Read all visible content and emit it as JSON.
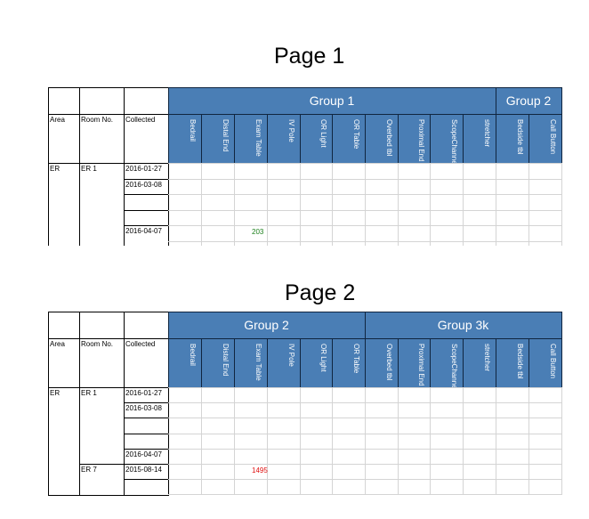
{
  "pages": [
    {
      "title": "Page 1",
      "groups": [
        "Group 1",
        "Group 2"
      ],
      "columns": [
        "Bedrail",
        "Distal End",
        "Exam Table",
        "IV Pole",
        "OR Light",
        "OR Table",
        "Overbed tbl",
        "Proximal End",
        "ScopeChannel",
        "stretcher",
        "Bedside tbl",
        "Call Button"
      ],
      "fixed_headers": [
        "Area",
        "Room No.",
        "Collected"
      ],
      "area": "ER",
      "rooms": [
        "ER 1"
      ],
      "dates": [
        "2016-01-27",
        "2016-03-08",
        "2016-04-07"
      ],
      "value": "203",
      "value_color": "#1a7f1a"
    },
    {
      "title": "Page 2",
      "groups": [
        "Group 2",
        "Group 3k"
      ],
      "columns": [
        "Bedrail",
        "Distal End",
        "Exam Table",
        "IV Pole",
        "OR Light",
        "OR Table",
        "Overbed tbl",
        "Proximal End",
        "ScopeChannel",
        "stretcher",
        "Bedside tbl",
        "Call Button"
      ],
      "fixed_headers": [
        "Area",
        "Room No.",
        "Collected"
      ],
      "area": "ER",
      "rooms": [
        "ER 1",
        "ER 7"
      ],
      "dates": [
        "2016-01-27",
        "2016-03-08",
        "2016-04-07",
        "2015-08-14"
      ],
      "value": "1495",
      "value_color": "#e01010"
    }
  ]
}
